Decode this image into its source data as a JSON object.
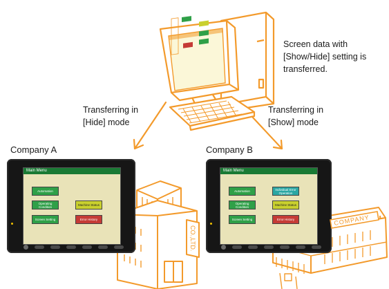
{
  "captions": {
    "transfer_note": [
      "Screen data with",
      "[Show/Hide] setting is",
      "transferred."
    ],
    "hide_mode": [
      "Transferring in",
      "[Hide] mode"
    ],
    "show_mode": [
      "Transferring in",
      "[Show] mode"
    ]
  },
  "companies": {
    "a": "Company A",
    "b": "Company B"
  },
  "hmi": {
    "screen_title": "Main Menu",
    "buttons": {
      "automation": "Automation",
      "operating_conditions": "Operating Condition",
      "machine_status": "Machine Status",
      "screen_setting": "Screen Setting",
      "error_history": "Error History",
      "individual_screen": "Individual Error Operation"
    }
  },
  "signs": {
    "company_a_building": "CO.,LTD.",
    "company_b_building": "COMPANY"
  },
  "colors": {
    "illustration_orange": "#f39a2b",
    "hmi_title_bar": "#1a7a34",
    "button_green": "#2fa048",
    "button_yellow": "#c9d02e",
    "button_red": "#c53b36",
    "button_teal": "#2aa7a3"
  }
}
